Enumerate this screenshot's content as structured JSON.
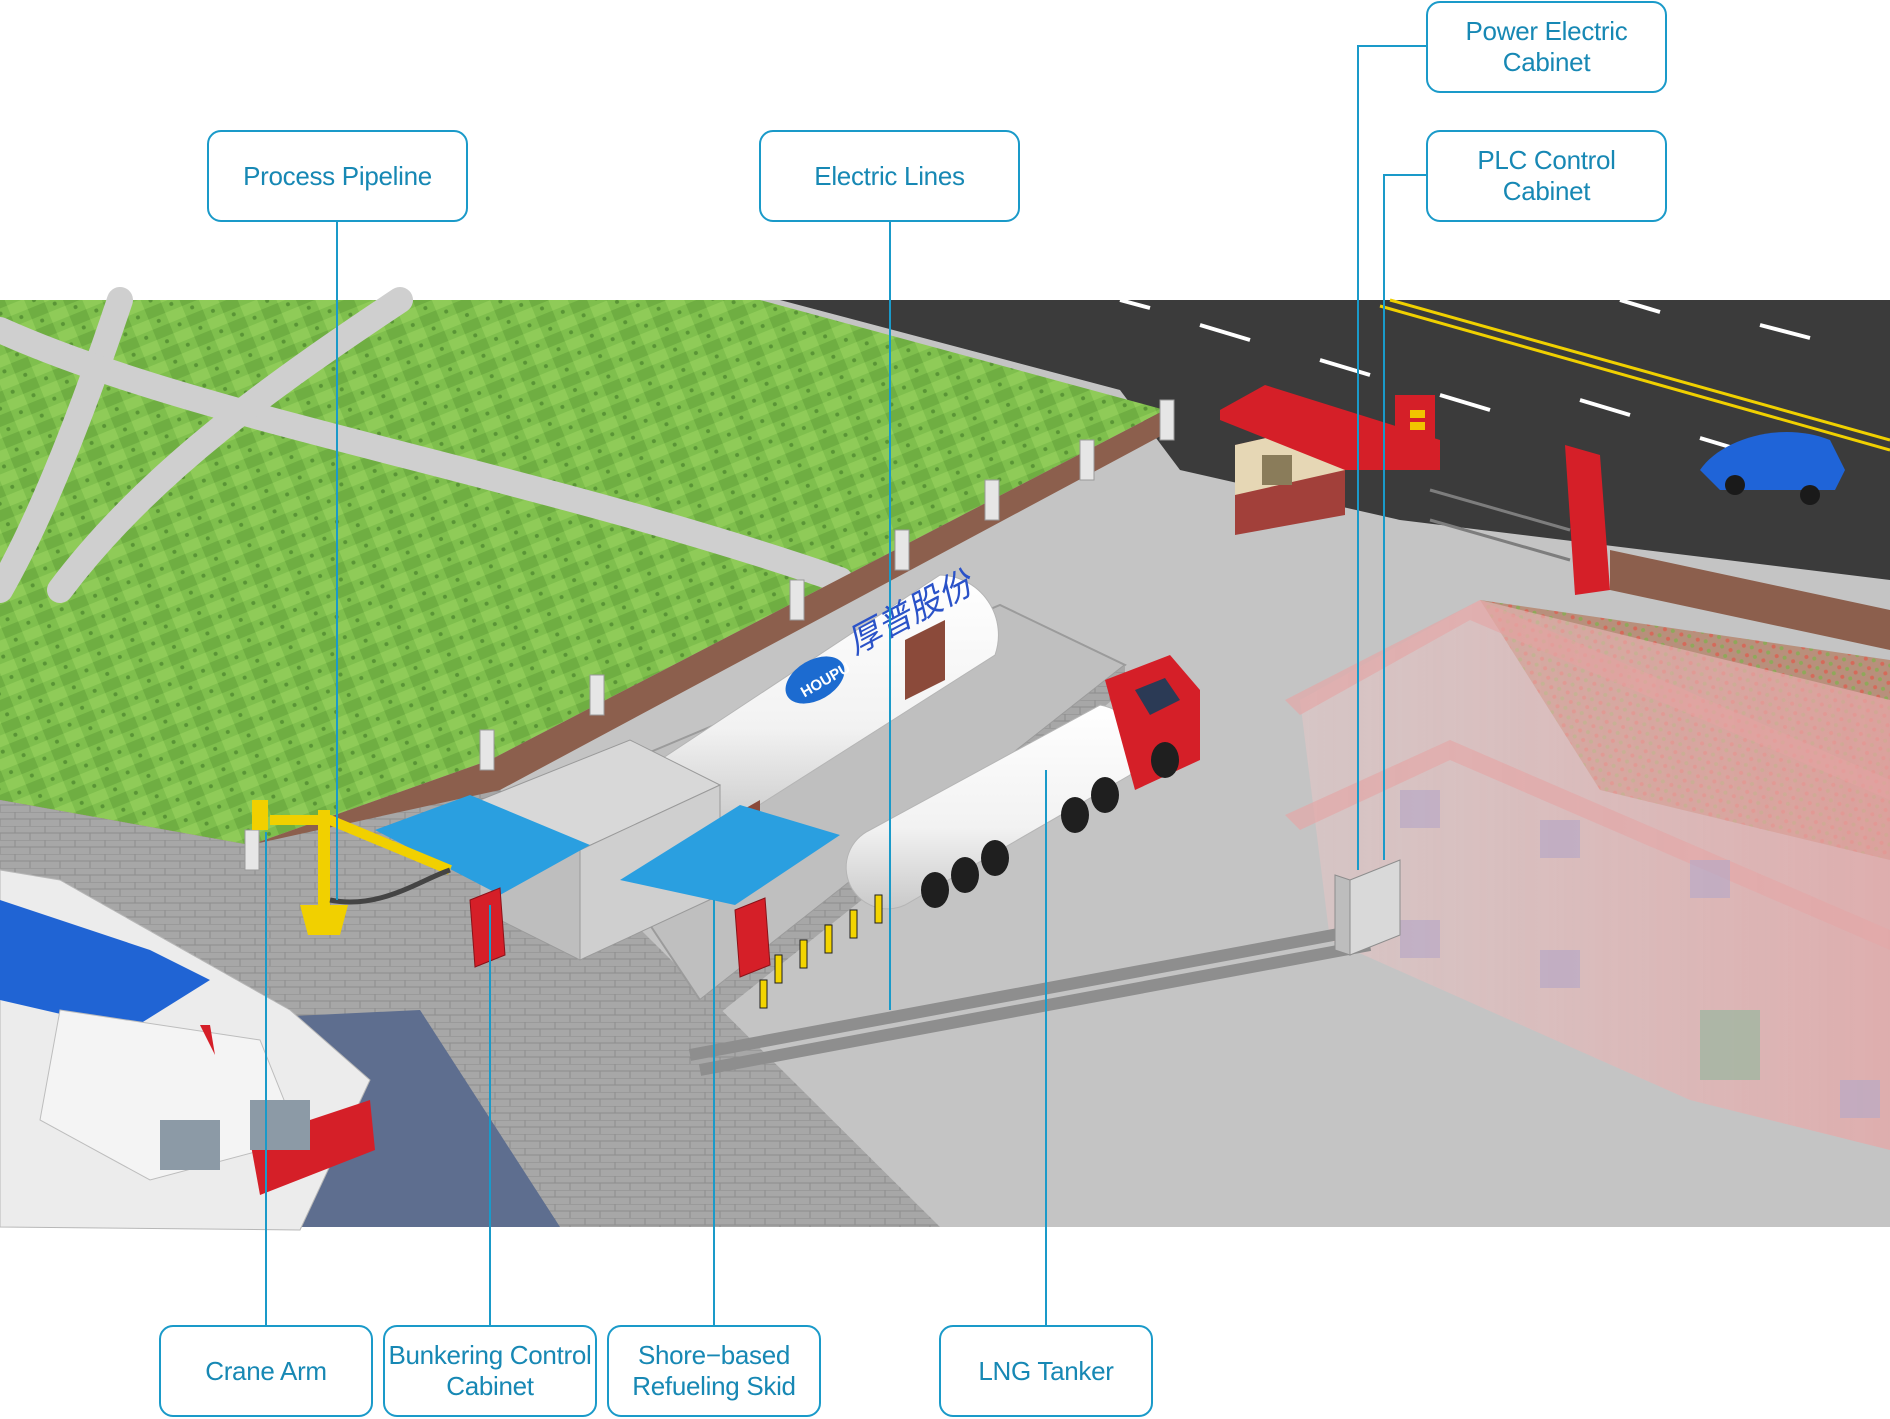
{
  "callouts": {
    "power_electric_cabinet": "Power Electric\nCabinet",
    "plc_control_cabinet": "PLC Control\nCabinet",
    "process_pipeline": "Process Pipeline",
    "electric_lines": "Electric Lines",
    "crane_arm": "Crane Arm",
    "bunkering_control_cabinet": "Bunkering Control\nCabinet",
    "shore_based_refueling_skid": "Shore−based\nRefueling Skid",
    "lng_tanker": "LNG Tanker"
  },
  "scene": {
    "tank_logo": "HOUPU",
    "tank_chinese_text": "厚普股份"
  },
  "colors": {
    "accent": "#1a9ac9",
    "label_text": "#1788b4",
    "grass": "#79b94a",
    "road": "#3a3a3a",
    "ground": "#bdbdbd",
    "canopy": "#2a9fe0",
    "guard_house_roof": "#d81e26",
    "car": "#1f64d8",
    "water": "#5f6f8f"
  }
}
